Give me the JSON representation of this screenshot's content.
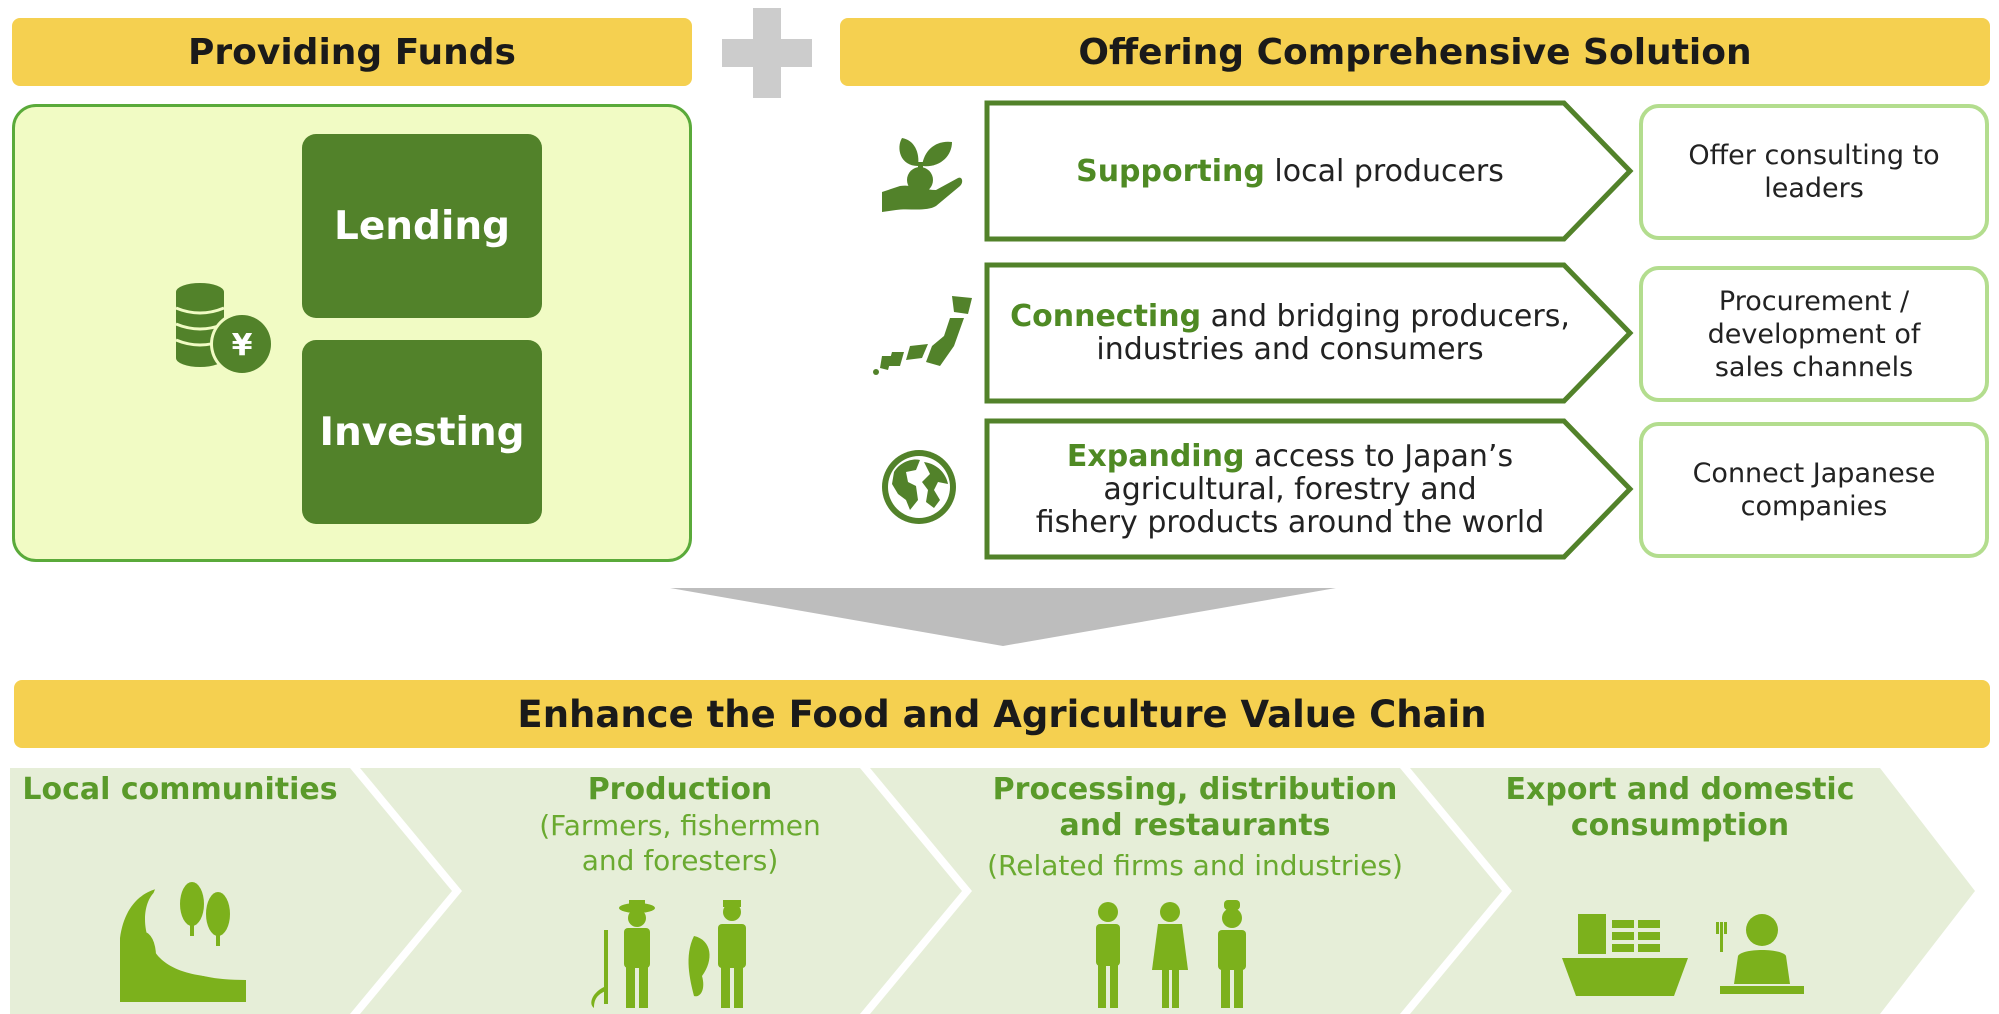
{
  "headers": {
    "funds": "Providing Funds",
    "solution": "Offering Comprehensive Solution",
    "value_chain": "Enhance the Food and Agriculture Value Chain"
  },
  "funds": {
    "lending": "Lending",
    "investing": "Investing",
    "yen_symbol": "¥"
  },
  "solutions": [
    {
      "keyword": "Supporting",
      "line1_rest": " local producers",
      "line2": "",
      "line3": "",
      "result": [
        "Offer consulting to",
        "leaders"
      ]
    },
    {
      "keyword": "Connecting",
      "line1_rest": " and bridging producers,",
      "line2": "industries and consumers",
      "line3": "",
      "result": [
        "Procurement /",
        "development of",
        "sales channels"
      ]
    },
    {
      "keyword": "Expanding",
      "line1_rest": " access to Japan’s",
      "line2": "agricultural, forestry and",
      "line3": "fishery products around the world",
      "result": [
        "Connect Japanese",
        "companies"
      ]
    }
  ],
  "stages": [
    {
      "title": [
        "Local communities"
      ],
      "sub": []
    },
    {
      "title": [
        "Production"
      ],
      "sub": [
        "(Farmers, fishermen",
        "and foresters)"
      ]
    },
    {
      "title": [
        "Processing, distribution",
        "and restaurants"
      ],
      "sub": [
        "(Related firms and industries)"
      ]
    },
    {
      "title": [
        "Export and domestic",
        "consumption"
      ],
      "sub": []
    }
  ],
  "icons": [
    "plus-icon",
    "coins-yen-icon",
    "sprout-hand-icon",
    "japan-map-icon",
    "globe-icon",
    "down-arrow-icon",
    "river-trees-icon",
    "farmer-fisherman-icon",
    "workers-icon",
    "ship-diner-icon"
  ],
  "colors": {
    "header_yellow": "#f5d050",
    "dark_green": "#52822a",
    "keyword_green": "#4f8a24",
    "light_panel": "#f1fbc4",
    "chain_bg": "#e6eed8",
    "icon_green": "#7cb11c"
  }
}
